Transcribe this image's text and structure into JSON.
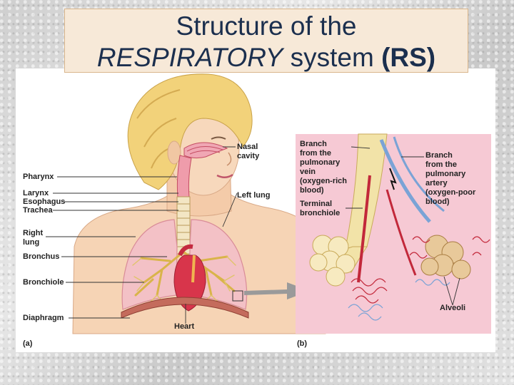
{
  "title": {
    "line1": "Structure of the",
    "line2_italic": "RESPIRATORY",
    "line2_plain": " system ",
    "line2_bold": "(RS)"
  },
  "panel_a": {
    "tag": "(a)",
    "labels": {
      "pharynx": "Pharynx",
      "larynx": "Larynx",
      "esophagus": "Esophagus",
      "trachea": "Trachea",
      "right_lung": "Right\nlung",
      "bronchus": "Bronchus",
      "bronchiole": "Bronchiole",
      "diaphragm": "Diaphragm",
      "heart": "Heart",
      "nasal_cavity": "Nasal\ncavity",
      "left_lung": "Left lung"
    }
  },
  "panel_b": {
    "tag": "(b)",
    "labels": {
      "pulmonary_vein": "Branch\nfrom the\npulmonary\nvein\n(oxygen-rich\nblood)",
      "pulmonary_artery": "Branch\nfrom the\npulmonary\nartery\n(oxygen-poor\nblood)",
      "terminal_bronchiole": "Terminal\nbronchiole",
      "alveoli": "Alveoli"
    }
  },
  "colors": {
    "title_text": "#1b2f4e",
    "title_bg": "#f7e9d8",
    "skin": "#f6d4b5",
    "hair": "#f2d27a",
    "lung": "#f3c1c6",
    "artery": "#c2283a",
    "vein": "#7aa3d6",
    "bronchus": "#f2e3a8",
    "inset_bg": "#f6c9d4"
  }
}
